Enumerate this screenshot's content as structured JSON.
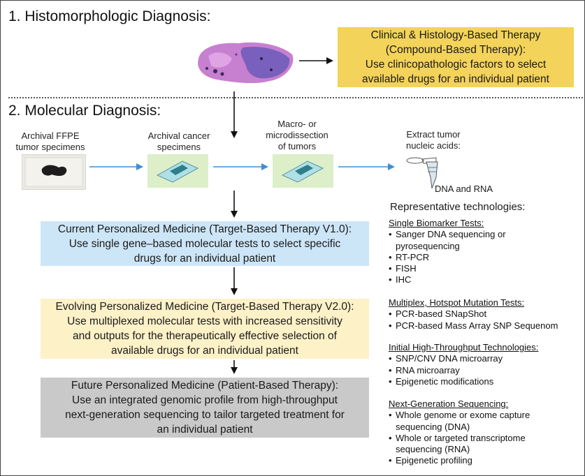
{
  "section1": {
    "title": "1. Histomorphologic Diagnosis:"
  },
  "section2": {
    "title": "2. Molecular Diagnosis:"
  },
  "clinical_box": {
    "lines": [
      "Clinical & Histology-Based Therapy",
      "(Compound-Based Therapy):",
      "Use clinicopathologic factors to select",
      "available drugs for an individual patient"
    ],
    "color": "#f3d35a"
  },
  "workflow": {
    "step1": [
      "Archival FFPE",
      "tumor specimens"
    ],
    "step2": [
      "Archival cancer",
      "specimens"
    ],
    "step3": [
      "Macro- or",
      "microdissection",
      "of tumors"
    ],
    "step4": [
      "Extract tumor",
      "nucleic acids:"
    ],
    "dna_rna": "DNA and RNA",
    "arrow_color": "#3b8fd6"
  },
  "therapy_boxes": [
    {
      "lines": [
        "Current Personalized Medicine (Target-Based Therapy V1.0):",
        "Use single gene–based molecular tests to select specific",
        "drugs for an individual patient"
      ],
      "color": "#cde6f7"
    },
    {
      "lines": [
        "Evolving Personalized Medicine (Target-Based Therapy V2.0):",
        "Use multiplexed molecular tests with increased sensitivity",
        "and outputs for the therapeutically effective selection of",
        "available drugs for an individual patient"
      ],
      "color": "#fdf1c8"
    },
    {
      "lines": [
        "Future Personalized Medicine (Patient-Based Therapy):",
        "Use an integrated genomic profile from high-throughput",
        "next-generation sequencing to tailor targeted treatment for",
        "an individual patient"
      ],
      "color": "#c9c9c9"
    }
  ],
  "technologies": {
    "title": "Representative technologies:",
    "groups": [
      {
        "heading": "Single Biomarker Tests:",
        "items": [
          "Sanger DNA sequencing or|pyrosequencing",
          "RT-PCR",
          "FISH",
          "IHC"
        ]
      },
      {
        "heading": "Multiplex, Hotspot Mutation Tests:",
        "items": [
          "PCR-based SNapShot",
          "PCR-based Mass Array SNP Sequenom"
        ]
      },
      {
        "heading": "Initial High-Throughput Technologies:",
        "items": [
          "SNP/CNV DNA microarray",
          "RNA microarray",
          "Epigenetic modifications"
        ]
      },
      {
        "heading": "Next-Generation Sequencing:",
        "items": [
          "Whole genome or exome capture|sequencing (DNA)",
          "Whole or targeted transcriptome|sequencing (RNA)",
          "Epigenetic profiling"
        ]
      }
    ]
  }
}
